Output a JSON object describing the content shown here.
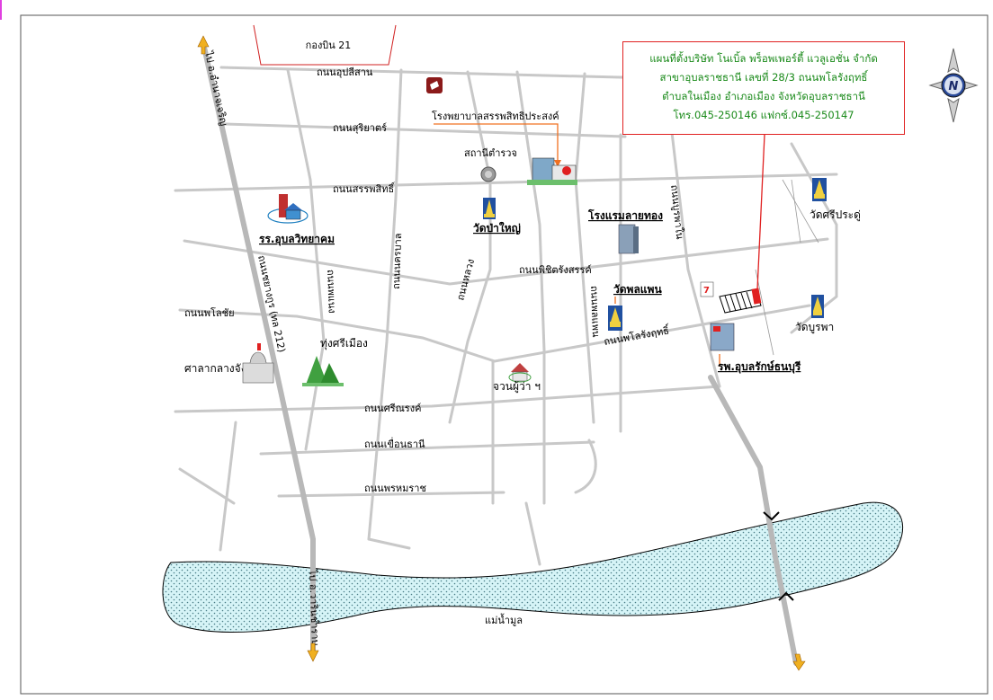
{
  "map": {
    "info_box": {
      "line1": "แผนที่ตั้งบริษัท โนเบิ้ล พร็อพเพอร์ตี้ แวลูเอชั่น จำกัด",
      "line2": "สาขาอุบลราชธานี เลขที่ 28/3 ถนนพโลรังฤทธิ์",
      "line3": "ตำบลในเมือง อำเภอเมือง จังหวัดอุบลราชธานี",
      "line4": "โทร.045-250146 แฟกซ์.045-250147",
      "text_color": "#1a8a1a",
      "border_color": "#e02020"
    },
    "compass_letter": "N",
    "river_color": "#d6f4f7",
    "road_color": "#c8c8c8",
    "labels": {
      "airbase": "กองบิน 21",
      "road_upalisan": "ถนนอุปลีสาน",
      "road_suriyat": "ถนนสุริยาตร์",
      "road_sapphasit": "ถนนสรรพสิทธิ์",
      "road_phichitrangsan": "ถนนพิชิตรังสรรค์",
      "road_phlochai": "ถนนพโลชัย",
      "road_sinarong": "ถนนศรีณรงค์",
      "road_khueanthani": "ถนนเขื่อนธานี",
      "road_phromarat": "ถนนพรหมราช",
      "road_phlorangrit": "ถนนพโลรังฤทธิ์",
      "road_to_amnat": "ไป อ.อำนาจเจริญ",
      "road_chayangkun": "ถนนชยางกูร (ทล 212)",
      "road_phanaeng": "ถนนพแนง",
      "road_nakhonban": "ถนนนครบาล",
      "road_luang": "ถนนหลวง",
      "road_phonphaen": "ถนนพลแพน",
      "road_buraphanai": "ถนนบูรพาใน",
      "road_to_warin": "ไป อ.วารินชำราบ",
      "hospital_sapphasit": "โรงพยาบาลสรรพสิทธิประสงค์",
      "police_station": "สถานีตำรวจ",
      "school": "รร.อุบลวิทยาคม",
      "wat_pa_yai": "วัดป่าใหญ่",
      "hotel": "โรงแรมลายทอง",
      "wat_si_pradu": "วัดศรีประดู่",
      "wat_phon_phaen": "วัดพลแพน",
      "wat_burapha": "วัดบูรพา",
      "thung_si_mueang": "ทุ่งศรีเมือง",
      "provincial_hall": "ศาลากลางจังหวัด",
      "park": "จวนผู้ว่า ฯ",
      "hospital_ubonrak": "รพ.อุบลรักษ์ธนบุรี",
      "river": "แม่น้ำมูล"
    }
  }
}
